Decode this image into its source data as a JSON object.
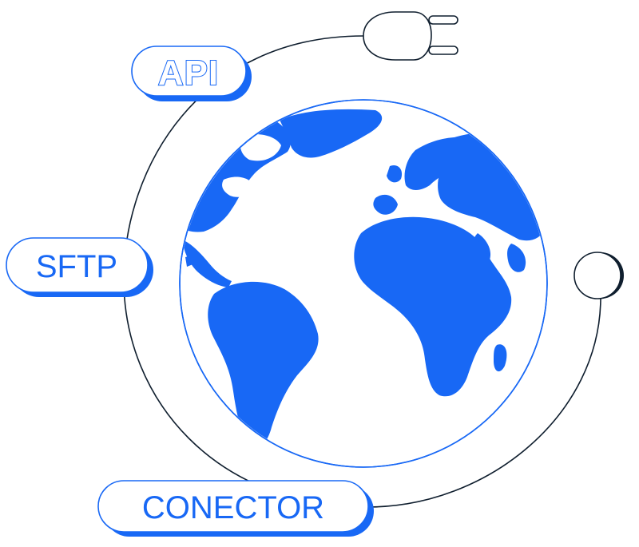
{
  "labels": {
    "api": "API",
    "sftp": "SFTP",
    "connector": "CONECTOR"
  },
  "icons": {
    "plug": "plug-icon",
    "port": "port-icon",
    "globe": "globe-icon"
  },
  "colors": {
    "accent": "#1868f5",
    "line": "#0f1e2e",
    "background": "#ffffff"
  }
}
